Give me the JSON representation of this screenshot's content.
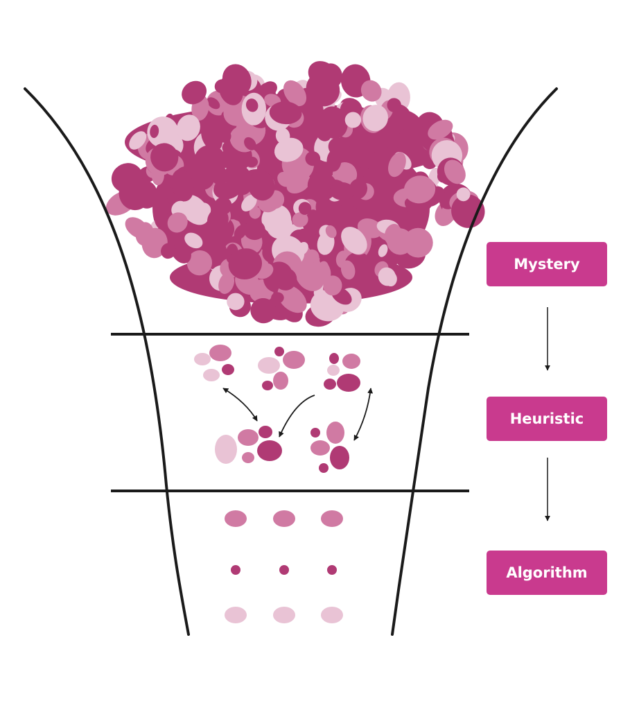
{
  "colors": {
    "label_bg": "#c93a8e",
    "dark": "#b03a74",
    "medium": "#d07aa3",
    "light": "#e9c3d5",
    "line": "#1a1a1a"
  },
  "stages": [
    {
      "label": "Mystery"
    },
    {
      "label": "Heuristic"
    },
    {
      "label": "Algorithm"
    }
  ]
}
